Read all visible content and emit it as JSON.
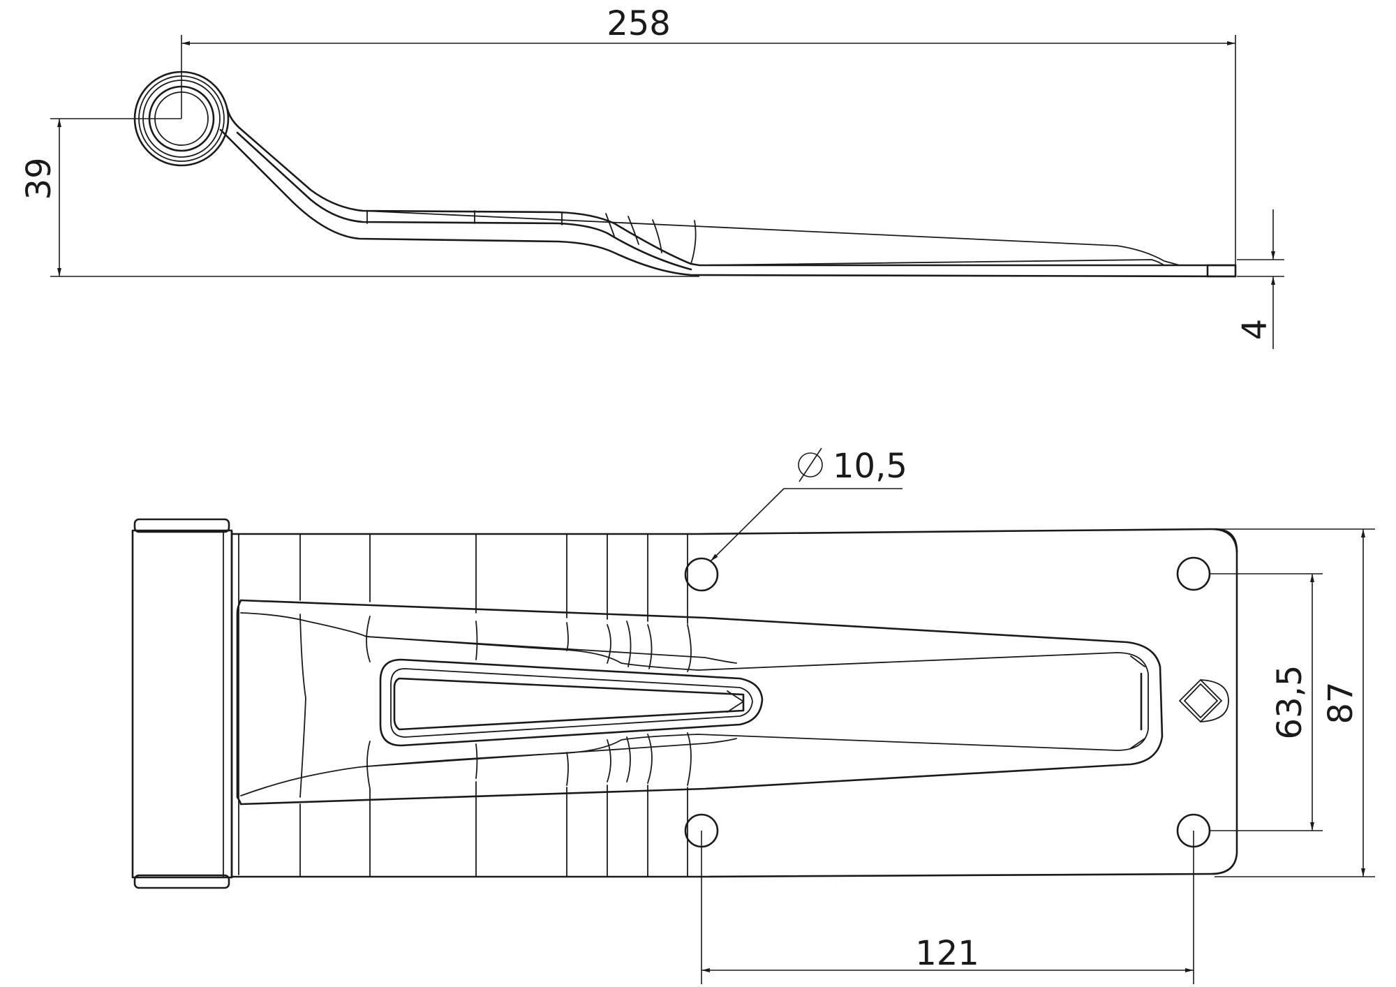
{
  "drawing": {
    "line_color": "#1a1a1a",
    "background": "#ffffff",
    "side_view": {
      "dimensions": {
        "overall_length": "258",
        "height": "39",
        "thickness": "4"
      }
    },
    "plan_view": {
      "dimensions": {
        "hole_diameter": "10,5",
        "hole_spacing_length": "121",
        "hole_spacing_width": "63,5",
        "overall_width": "87"
      },
      "hole_count": 4,
      "symbols": [
        "diameter-symbol",
        "diamond-logo-icon"
      ]
    }
  }
}
